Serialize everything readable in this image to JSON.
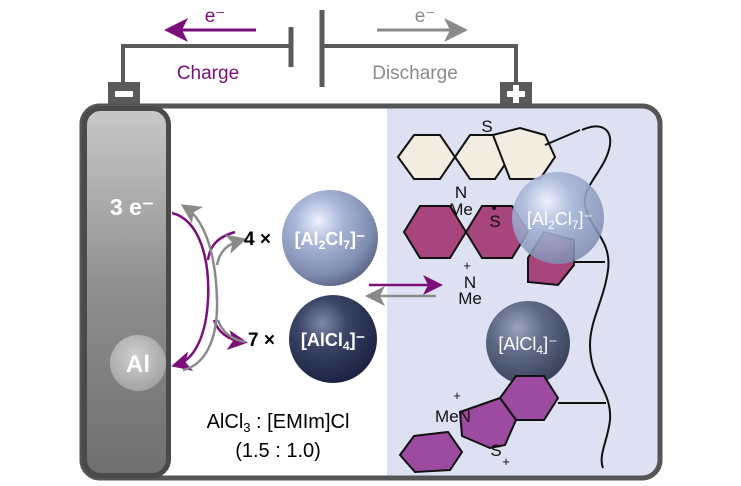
{
  "circuit": {
    "charge_label": "Charge",
    "discharge_label": "Discharge",
    "charge_electron": "e⁻",
    "discharge_electron": "e⁻",
    "negative_terminal": "−",
    "positive_terminal": "+"
  },
  "anode": {
    "electrons": "3 e⁻",
    "metal": "Al"
  },
  "electrolyte": {
    "ion1_coefficient": "4 ×",
    "ion1_formula": "[Al2Cl7]⁻",
    "ion2_coefficient": "7 ×",
    "ion2_formula": "[AlCl4]⁻",
    "composition": "AlCl3 : [EMIm]Cl",
    "ratio": "(1.5 : 1.0)"
  },
  "cathode": {
    "neutral_S": "S",
    "neutral_N": "N",
    "neutral_Me": "Me",
    "radical_S": "S",
    "radical_N": "N",
    "radical_Me": "Me",
    "radical_plus": "+",
    "anion_upper": "[Al2Cl7]⁻",
    "anion_lower": "[AlCl4]⁻",
    "dication_MeN": "MeN",
    "dication_N_plus": "+",
    "dication_S": "S",
    "dication_S_plus": "+"
  },
  "colors": {
    "charge": "#7a0f7a",
    "discharge": "#8a8a8a",
    "frame": "#555555",
    "cathode_bg": "#dde1f2",
    "radical_fill": "#a8457c",
    "dication_fill": "#9c4ba0"
  }
}
